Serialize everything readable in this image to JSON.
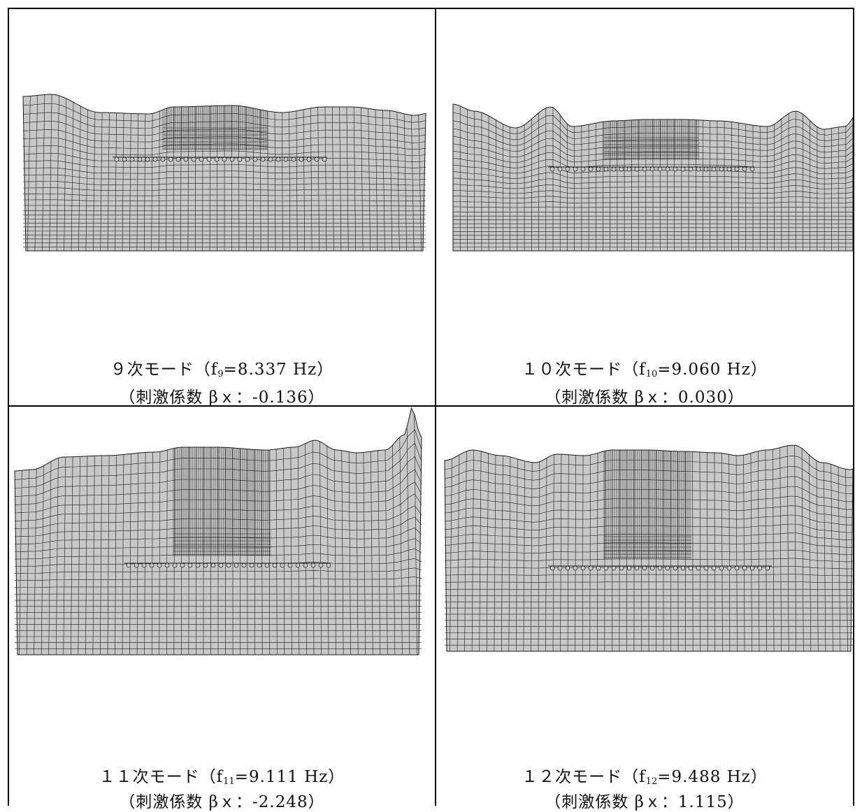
{
  "panels": [
    {
      "id": "mode9",
      "mode_label": "９次モード（f",
      "freq_sub": "9",
      "freq_value": "=8.337 Hz）",
      "coef_label": "（刺激係数 βｘ：-0.136）"
    },
    {
      "id": "mode10",
      "mode_label": "１０次モード（f",
      "freq_sub": "10",
      "freq_value": "=9.060 Hz）",
      "coef_label": "（刺激係数 βｘ：0.030）"
    },
    {
      "id": "mode11",
      "mode_label": "１１次モード（f",
      "freq_sub": "11",
      "freq_value": "=9.111 Hz）",
      "coef_label": "（刺激係数 βｘ：-2.248）"
    },
    {
      "id": "mode12",
      "mode_label": "１２次モード（f",
      "freq_sub": "12",
      "freq_value": "=9.488 Hz）",
      "coef_label": "（刺激係数 βｘ：1.115）"
    }
  ],
  "colors": {
    "mesh_fill": "#c8c8c8",
    "mesh_line": "#1a1a1a",
    "border": "#000000"
  }
}
